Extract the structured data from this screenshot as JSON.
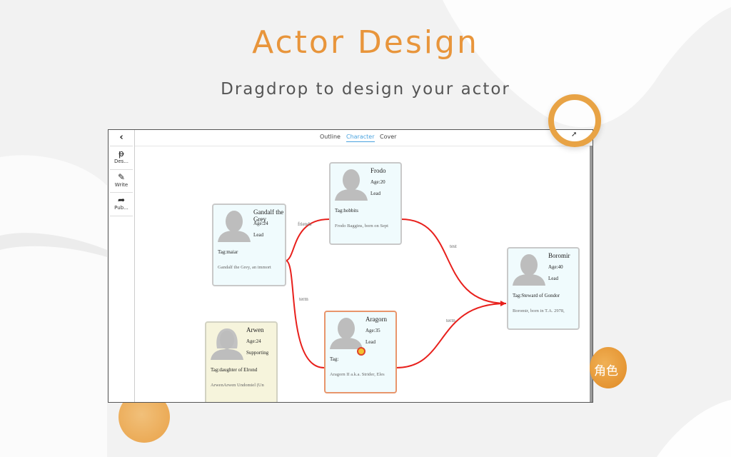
{
  "hero": {
    "title": "Actor Design",
    "subtitle": "Dragdrop to design your actor"
  },
  "badge_cn": "角色",
  "colors": {
    "accent": "#e8953b",
    "edge": "#e8201c",
    "active_tab": "#4aa3df"
  },
  "sidebar": {
    "back_icon": "chevron-left-icon",
    "items": [
      {
        "icon": "design-icon",
        "glyph": "ᵽ",
        "label": "Des..."
      },
      {
        "icon": "pencil-icon",
        "glyph": "✎",
        "label": "Write"
      },
      {
        "icon": "share-icon",
        "glyph": "➦",
        "label": "Pub..."
      }
    ]
  },
  "tabs": [
    {
      "label": "Outline",
      "active": false
    },
    {
      "label": "Character",
      "active": true
    },
    {
      "label": "Cover",
      "active": false
    }
  ],
  "characters": {
    "gandalf": {
      "name": "Gandalf the Grey",
      "age": "Age:24",
      "role": "Lead",
      "tag": "Tag:maiar",
      "desc": "Gandalf the Grey, an immort"
    },
    "frodo": {
      "name": "Frodo",
      "age": "Age:20",
      "role": "Lead",
      "tag": "Tag:hobbits",
      "desc": "Frodo Baggins, born on Sept"
    },
    "boromir": {
      "name": "Boromir",
      "age": "Age:40",
      "role": "Lead",
      "tag": "Tag:Steward of Gondor",
      "desc": "Boromir, born in T.A. 2978,"
    },
    "aragorn": {
      "name": "Aragorn",
      "age": "Age:35",
      "role": "Lead",
      "tag": "Tag:",
      "desc": "Aragorn II a.k.a. Strider, Eles"
    },
    "arwen": {
      "name": "Arwen",
      "age": "Age:24",
      "role": "Supporting",
      "tag": "Tag:daughter of Elrond",
      "desc": "ArwenArwen Undomiel (Un"
    }
  },
  "edges": {
    "gandalf_frodo": "friends",
    "gandalf_aragorn": "term",
    "frodo_boromir": "test",
    "aragorn_boromir": "term"
  }
}
